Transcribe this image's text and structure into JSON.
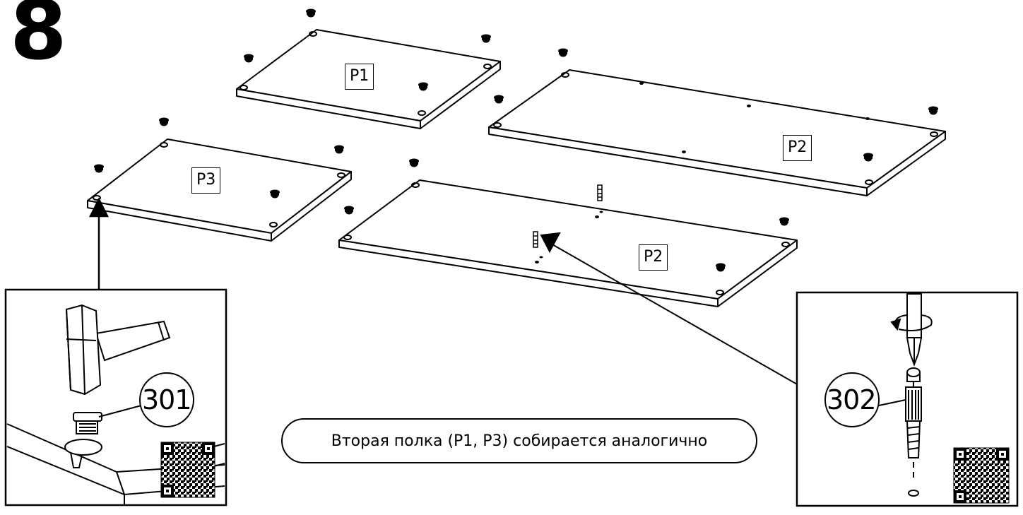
{
  "step_number": "8",
  "panel_labels": {
    "p1": "P1",
    "p2_top": "P2",
    "p2_bottom": "P2",
    "p3": "P3"
  },
  "parts": {
    "cam_lock_number": "301",
    "cam_bolt_number": "302"
  },
  "note": "Вторая полка (P1, P3) собирается аналогично"
}
